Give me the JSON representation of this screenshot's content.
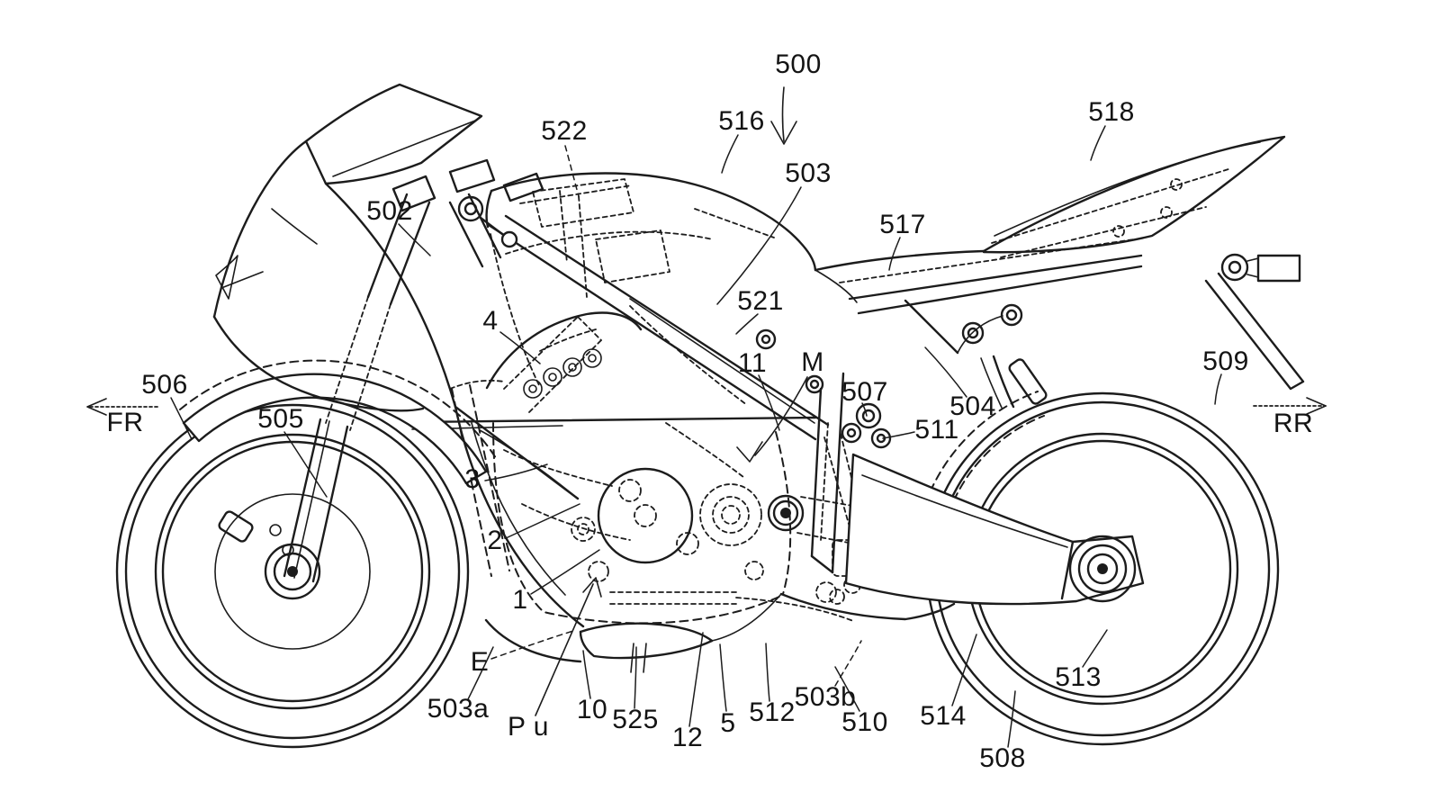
{
  "figure": {
    "kind": "patent line drawing",
    "subject": "sport motorcycle side view",
    "colors": {
      "ink": "#1c1c1c",
      "paper": "#ffffff"
    }
  },
  "labels": {
    "500": "500",
    "502": "502",
    "503": "503",
    "503a": "503a",
    "503b": "503b",
    "504": "504",
    "505": "505",
    "506": "506",
    "507": "507",
    "508": "508",
    "509": "509",
    "510": "510",
    "511": "511",
    "512": "512",
    "513": "513",
    "514": "514",
    "516": "516",
    "517": "517",
    "518": "518",
    "521": "521",
    "522": "522",
    "525": "525",
    "1": "1",
    "2": "2",
    "3": "3",
    "4": "4",
    "5": "5",
    "10": "10",
    "11": "11",
    "12": "12",
    "E": "E",
    "M": "M",
    "Pu": "P u",
    "FR": "FR",
    "RR": "RR"
  }
}
